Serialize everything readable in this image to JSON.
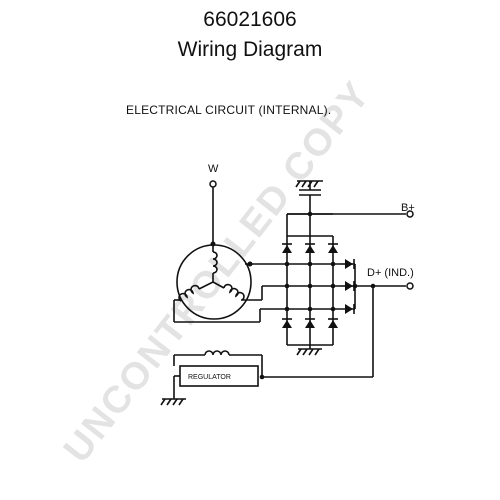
{
  "header": {
    "part_number": "66021606",
    "title": "Wiring Diagram",
    "subtitle": "ELECTRICAL CIRCUIT (INTERNAL)."
  },
  "diagram": {
    "labels": {
      "w": "W",
      "b_plus": "B+",
      "d_plus": "D+ (IND.)",
      "regulator": "REGULATOR"
    },
    "components": {
      "stator_windings": 3,
      "rectifier_diodes": 6,
      "exciter_diodes": 3
    }
  },
  "watermark": {
    "text": "UNCONTROLLED COPY",
    "color": "#e3e3e3"
  },
  "colors": {
    "line": "#111111",
    "background": "#ffffff"
  }
}
